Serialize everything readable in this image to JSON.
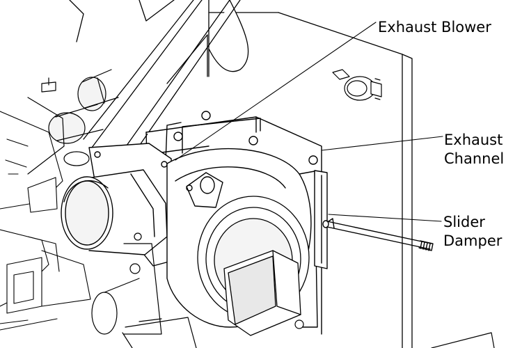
{
  "callouts": {
    "exhaust_blower": "Exhaust Blower",
    "exhaust_channel": [
      "Exhaust",
      "Channel"
    ],
    "slider_damper": [
      "Slider",
      "Damper"
    ]
  },
  "colors": {
    "line": "#000000",
    "background": "#ffffff",
    "light_fill": "#f4f4f4",
    "mid_fill": "#d8d8d8"
  }
}
